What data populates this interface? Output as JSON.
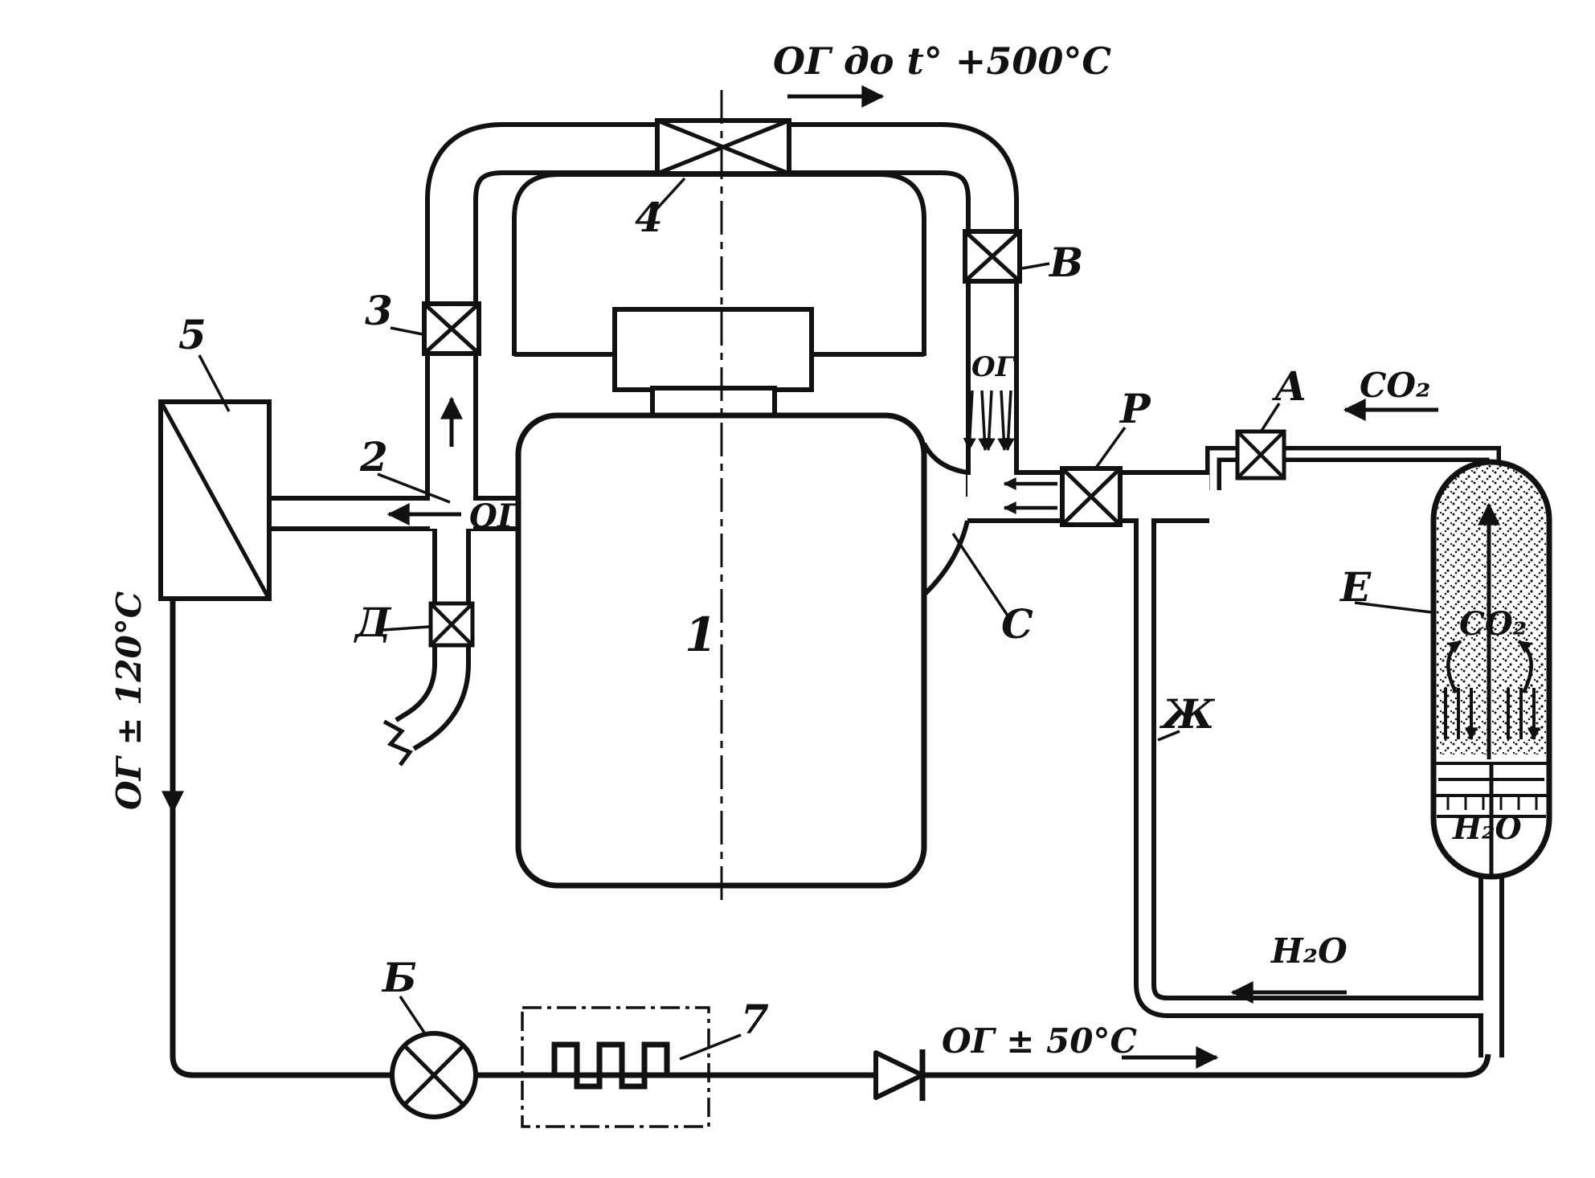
{
  "figure": {
    "kind": "engineering schematic",
    "subject": "Exhaust-gas (ОГ) cooling / inert-gas system around engine with water-seal vessel"
  },
  "flows": {
    "top": "ОГ до t° +500°С",
    "og_left": "ОГ",
    "og_spray": "ОГ",
    "og_cooled": "ОГ ± 120°С",
    "og_50": "ОГ ± 50°С",
    "co2_in": "CO₂",
    "co2_vessel": "CO₂",
    "h2o_vessel": "H₂O",
    "h2o_return": "H₂O"
  },
  "components": {
    "engine": "1",
    "junction": "2",
    "valve_3": "3",
    "valve_4": "4",
    "cooler_5": "5",
    "blower_b": "Б",
    "arrester_7": "7",
    "valve_v": "В",
    "valve_d": "Д",
    "valve_r": "Р",
    "valve_a": "А",
    "nozzle_c": "С",
    "vessel_e": "Е",
    "pipe_zh": "Ж"
  }
}
